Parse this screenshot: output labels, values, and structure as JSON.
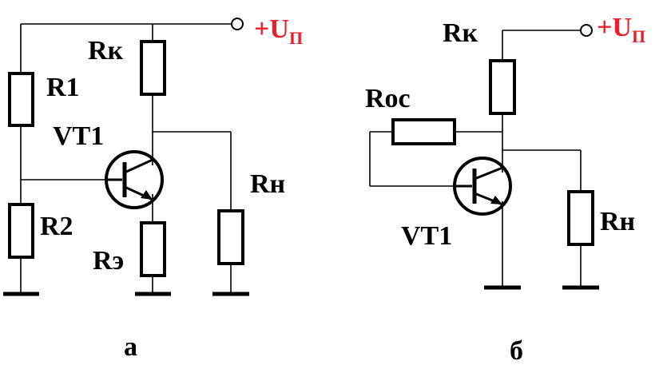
{
  "colors": {
    "wire": "#000000",
    "supply_label": "#e8202a",
    "background": "#ffffff"
  },
  "circuit_a": {
    "caption": "а",
    "supply": {
      "sign": "+",
      "main": "U",
      "sub": "П"
    },
    "labels": {
      "r1": "R1",
      "r2": "R2",
      "rk": "Rк",
      "re": "Rэ",
      "rn": "Rн",
      "transistor": "VT1"
    }
  },
  "circuit_b": {
    "caption": "б",
    "supply": {
      "sign": "+",
      "main": "U",
      "sub": "П"
    },
    "labels": {
      "rk": "Rк",
      "roc": "Roc",
      "rn": "Rн",
      "transistor": "VT1"
    }
  }
}
